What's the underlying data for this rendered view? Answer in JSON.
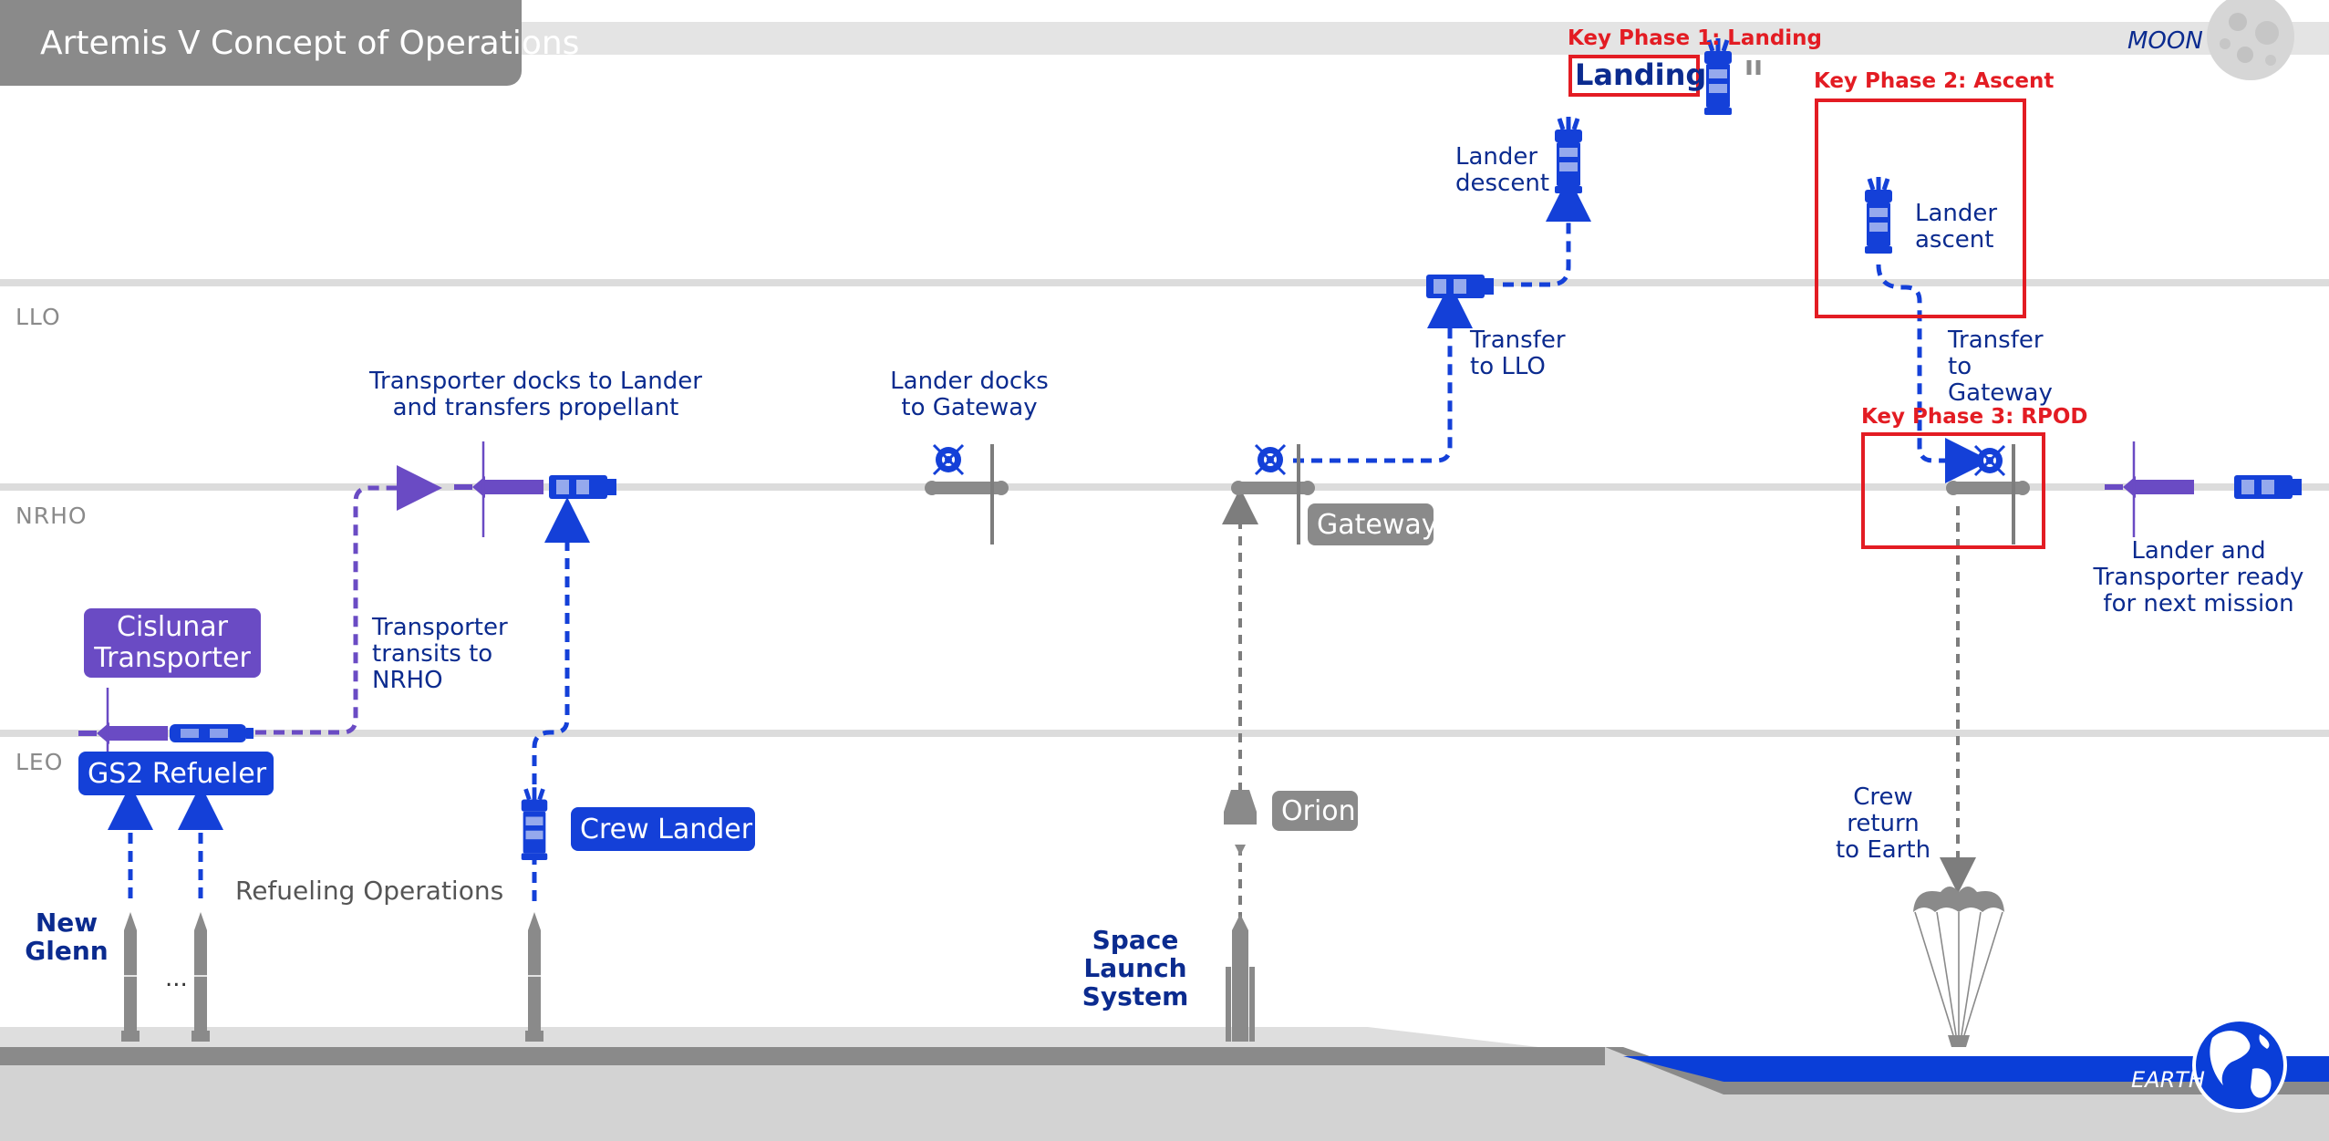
{
  "title": "Artemis V Concept of Operations",
  "locations": {
    "moon": "MOON",
    "earth": "EARTH"
  },
  "orbits": {
    "llo": "LLO",
    "nrho": "NRHO",
    "leo": "LEO"
  },
  "key_phases": {
    "landing": "Key Phase 1: Landing",
    "ascent": "Key Phase 2: Ascent",
    "rpod": "Key Phase 3: RPOD"
  },
  "vehicles": {
    "landing": "Landing",
    "cislunar_transporter": "Cislunar Transporter",
    "gs2_refueler": "GS2 Refueler",
    "crew_lander": "Crew Lander",
    "orion": "Orion",
    "gateway": "Gateway"
  },
  "launchers": {
    "new_glenn": "New Glenn",
    "ellipsis": "...",
    "sls": "Space Launch System"
  },
  "steps": {
    "lander_descent": "Lander descent",
    "lander_ascent": "Lander ascent",
    "transfer_to_llo": "Transfer to LLO",
    "transfer_to_gateway": "Transfer to Gateway",
    "transporter_docks": "Transporter docks to Lander and transfers propellant",
    "lander_docks": "Lander docks to Gateway",
    "transporter_transits": "Transporter transits to NRHO",
    "refueling_operations": "Refueling Operations",
    "crew_return": "Crew return to Earth",
    "ready_next_mission": "Lander and Transporter ready for next mission"
  },
  "colors": {
    "navy_text": "#0b2b8f",
    "lander_blue": "#1440d8",
    "transporter_purple": "#6a4bc4",
    "gateway_grey": "#7d7d7d",
    "orbit_line": "#dcdcdc",
    "key_phase_red": "#e31c23",
    "earth_blue": "#0a3ed8"
  },
  "icons": [
    "moon-icon",
    "earth-globe-icon",
    "lander-icon",
    "transporter-icon",
    "refueler-icon",
    "gateway-station-icon",
    "orion-capsule-icon",
    "rocket-icon",
    "parachute-icon"
  ]
}
